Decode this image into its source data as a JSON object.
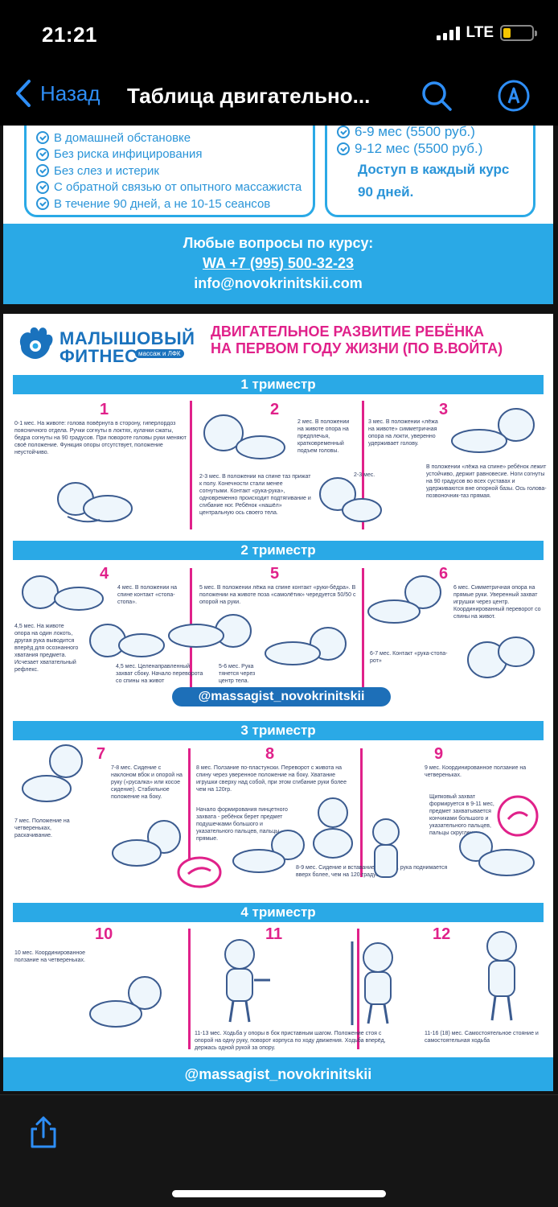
{
  "status_bar": {
    "time": "21:21",
    "network": "LTE",
    "battery_color": "#f5c400"
  },
  "nav": {
    "back_label": "Назад",
    "title": "Таблица двигательно...",
    "search_icon": "search-icon",
    "markup_icon": "markup-pen-icon",
    "accent": "#2e8ef6"
  },
  "page1": {
    "benefits": [
      "В домашней обстановке",
      "Без риска инфицирования",
      "Без слез и истерик",
      "С обратной связью от опытного массажиста",
      "В течение 90 дней, а не 10-15 сеансов"
    ],
    "prices": [
      "6-9 мес (5500 руб.)",
      "9-12 мес (5500 руб.)"
    ],
    "access": "Доступ в каждый курс 90 дней.",
    "contacts": {
      "heading": "Любые вопросы по курсу:",
      "phone": "WA +7 (995) 500-32-23",
      "email": "info@novokrinitskii.com"
    },
    "brand_color": "#2aa9e6"
  },
  "page2": {
    "logo": {
      "line1": "МАЛЫШОВЫЙ",
      "line2": "ФИТНЕС",
      "sub": "массаж и ЛФК"
    },
    "headline": [
      "ДВИГАТЕЛЬНОЕ РАЗВИТИЕ РЕБЁНКА",
      "НА ПЕРВОМ ГОДУ ЖИЗНИ (ПО В.ВОЙТА)"
    ],
    "trimesters": [
      "1 триместр",
      "2 триместр",
      "3 триместр",
      "4 триместр"
    ],
    "handle": "@massagist_novokrinitskii",
    "months": [
      "1",
      "2",
      "3",
      "4",
      "5",
      "6",
      "7",
      "8",
      "9",
      "10",
      "11",
      "12"
    ],
    "notes": {
      "m1": "0-1 мес. На животе: голова повёрнута в сторону, гиперлордоз поясничного отдела. Ручки согнуты в локтях, кулачки сжаты, бедра согнуты на 90 градусов. При повороте головы руки меняют своё положение. Функция опоры отсутствует, положение неустойчиво.",
      "m2a": "2 мес. В положении на животе опора на предплечья, кратковременный подъем головы.",
      "m2b": "2-3 мес. В положении на спине таз прижат к полу. Конечности стали менее согнутыми. Контакт «рука-рука», одновременно происходит подтягивание и сгибание ног. Ребёнок «нашёл» центральную ось своего тела.",
      "m3a": "3 мес. В положении «лёжа на животе» симметричная опора на локти, уверенно удерживает голову.",
      "m3b": "2-3 мес.",
      "m3c": "В положении «лёжа на спине» ребёнок лежит устойчиво, держит равновесие. Ноги согнуты на 90 градусов во всех суставах и удерживаются вне опорной базы. Ось голова-позвоночник-таз прямая.",
      "m4a": "4 мес. В положении на спине контакт «стопа-стопа».",
      "m4b": "4,5 мес. На животе опора на один локоть, другая рука выводится вперёд для осознанного хватания предмета. Исчезает хватательный рефлекс.",
      "m4c": "4,5 мес. Целенаправленный захват сбоку. Начало переворота со спины на живот",
      "m5a": "5 мес. В положении лёжа на спине контакт «руки-бёдра». В положении на животе поза «самолётик» чередуется 50/50 с опорой на руки.",
      "m5b": "5-6 мес. Рука тянется через центр тела.",
      "m6a": "6 мес. Симметричная опора на прямые руки. Уверенный захват игрушки через центр. Координированный переворот со спины на живот.",
      "m6b": "6-7 мес. Контакт «рука-стопа-рот»",
      "m7a": "7-8 мес. Сидение с наклоном вбок и опорой на руку («русалка» или косое сидение). Стабильное положение на боку.",
      "m7b": "7 мес. Положение на четвереньках, раскачивание.",
      "m8a": "8 мес. Ползание по-пластунски. Переворот с живота на спину через уверенное положение на боку. Хватание игрушки сверху над собой, при этом сгибание руки более чем на 120гр.",
      "m8b": "Начало формирования пинцетного захвата - ребёнок берет предмет подушечками большого и указательного пальцев, пальцы прямые.",
      "m9a": "9 мес. Координированное ползание на четвереньках.",
      "m9b": "Щипковый захват формируется в 9-11 мес, предмет захватывается кончиками большого и указательного пальцев, пальцы скруглены.",
      "m89": "8-9 мес. Сидение и вставание у опоры, рука поднимается вверх более, чем на 120 градусов.",
      "m10": "10 мес. Координированное ползание на четвереньках.",
      "m11": "11-13 мес. Ходьба у опоры в бок приставным шагом. Положение стоя с опорой на одну руку, поворот корпуса по ходу движения. Ходьба вперёд, держась одной рукой за опору.",
      "m12": "11-16 (18) мес. Самостоятельное стояние и самостоятельная ходьба"
    },
    "accent_pink": "#e0218a",
    "accent_blue": "#2aa9e6",
    "dark_blue": "#1d6fb8"
  },
  "toolbar": {
    "share_icon": "share-icon"
  }
}
